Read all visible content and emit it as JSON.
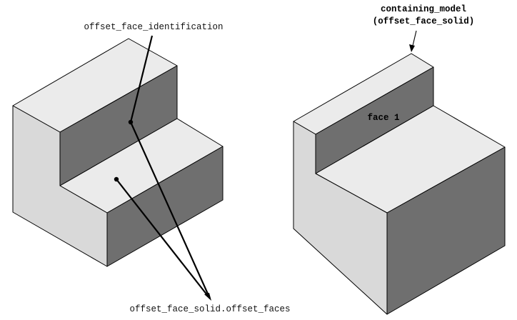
{
  "labels": {
    "offset_face_identification": "offset_face_identification",
    "offset_faces": "offset_face_solid.offset_faces",
    "containing_model_line1": "containing_model",
    "containing_model_line2": "(offset_face_solid)",
    "face_1": "face 1"
  },
  "colors": {
    "top_face": "#ebebeb",
    "left_face": "#d9d9d9",
    "right_face": "#6f6f6f",
    "edge": "#000000"
  }
}
